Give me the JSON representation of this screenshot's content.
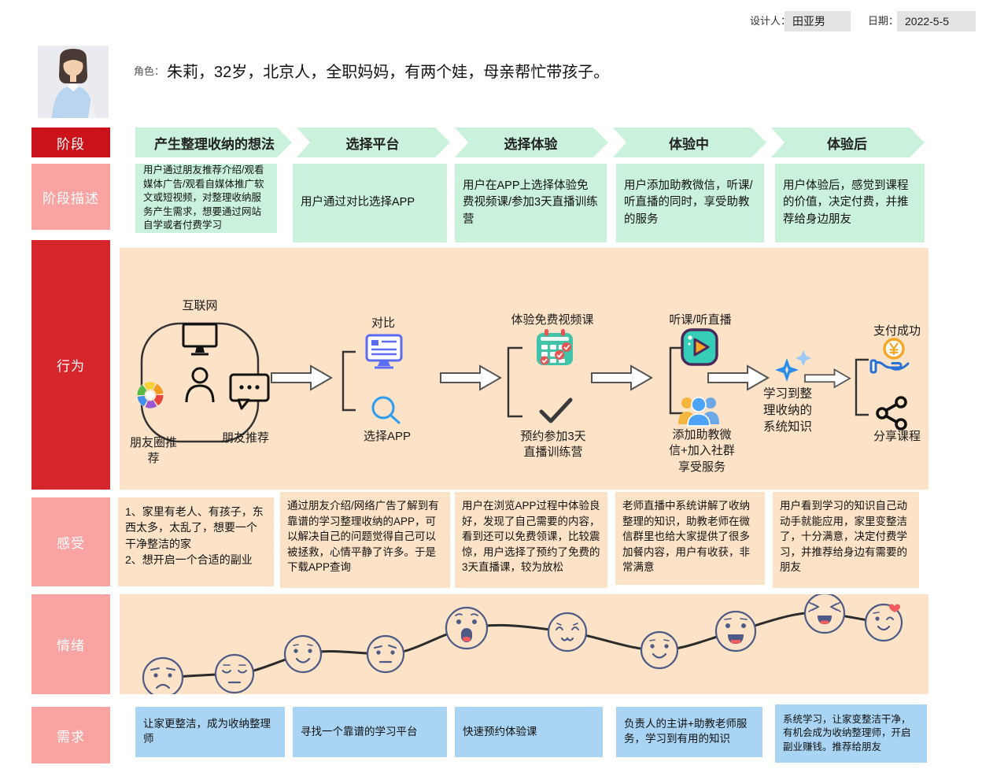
{
  "header": {
    "designer_label": "设计人：",
    "designer_value": "田亚男",
    "date_label": "日期：",
    "date_value": "2022-5-5"
  },
  "persona": {
    "role_label": "角色：",
    "description": "朱莉，32岁，北京人，全职妈妈，有两个娃，母亲帮忙带孩子。"
  },
  "row_labels": {
    "stage": "阶段",
    "stage_desc": "阶段描述",
    "behavior": "行为",
    "feeling": "感受",
    "emotion": "情绪",
    "need": "需求"
  },
  "stages": [
    "产生整理收纳的想法",
    "选择平台",
    "选择体验",
    "体验中",
    "体验后"
  ],
  "stage_descriptions": [
    "用户通过朋友推荐介绍/观看媒体广告/观看自媒体推广软文或短视频，对整理收纳服务产生需求，想要通过网站自学或者付费学习",
    "用户通过对比选择APP",
    "用户在APP上选择体验免费视频课/参加3天直播训练营",
    "用户添加助教微信，听课/听直播的同时，享受助教的服务",
    "用户体验后，感觉到课程的价值，决定付费，并推荐给身边朋友"
  ],
  "behavior": {
    "internet_label": "互联网",
    "moments_label": "朋友圈推荐",
    "friend_label": "朋友推荐",
    "compare_label": "对比",
    "choose_app_label": "选择APP",
    "free_video_label": "体验免费视频课",
    "book_camp_label": "预约参加3天直播训练营",
    "listen_label": "听课/听直播",
    "add_wechat_label": "添加助教微信+加入社群享受服务",
    "learn_label": "学习到整理收纳的系统知识",
    "pay_label": "支付成功",
    "share_label": "分享课程"
  },
  "feelings": [
    "1、家里有老人、有孩子，东西太多，太乱了，想要一个干净整洁的家\n2、想开启一个合适的副业",
    "通过朋友介绍/网络广告了解到有靠谱的学习整理收纳的APP，可以解决自己的问题觉得自己可以被拯救，心情平静了许多。于是下载APP查询",
    "用户在浏览APP过程中体验良好，发现了自己需要的内容，看到还可以免费领课，比较震惊，用户选择了预约了免费的3天直播课，较为放松",
    "老师直播中系统讲解了收纳整理的知识，助教老师在微信群里也给大家提供了很多加餐内容，用户有收获，非常满意",
    "用户看到学习的知识自己动动手就能应用，家里变整洁了，十分满意，决定付费学习，并推荐给身边有需要的朋友"
  ],
  "emotions": [
    "worried",
    "unamused",
    "slight-smile",
    "skeptical",
    "surprised",
    "content",
    "smile",
    "grin",
    "laughing",
    "wink-heart"
  ],
  "needs": [
    "让家更整洁，成为收纳整理师",
    "寻找一个靠谱的学习平台",
    "快速预约体验课",
    "负责人的主讲+助教老师服务，学习到有用的知识",
    "系统学习，让家变整洁干净，有机会成为收纳整理师，开启副业赚钱。推荐给朋友"
  ],
  "colors": {
    "accent_red": "#c9121a",
    "accent_red_dark": "#d6262c",
    "label_pink": "#f9a3a3",
    "stage_mint": "#c9f1dc",
    "behavior_peach": "#fce3c7",
    "need_blue": "#a9d4f3",
    "input_gray": "#e3e3e3"
  }
}
